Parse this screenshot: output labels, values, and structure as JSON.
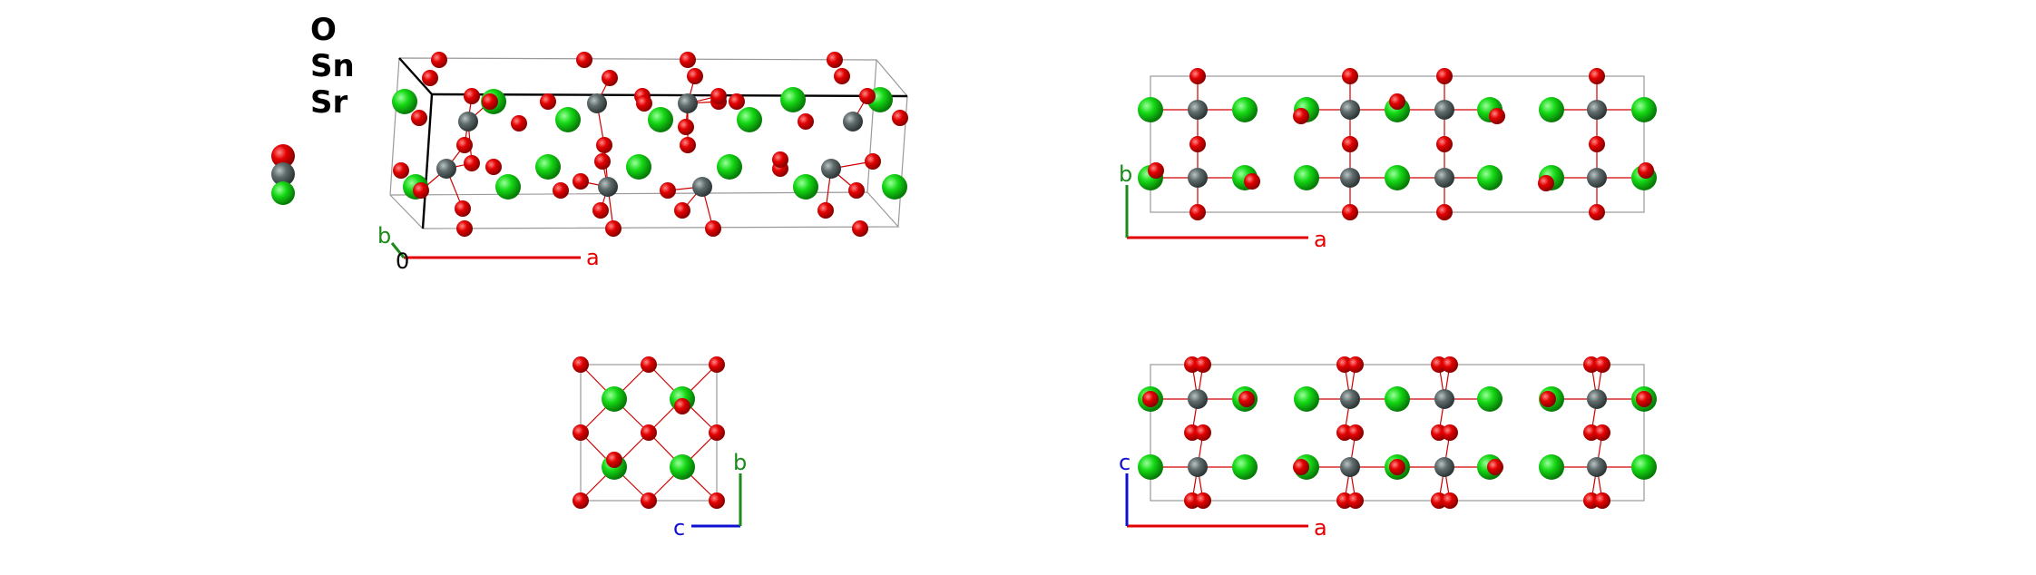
{
  "legend": {
    "elements": [
      {
        "symbol": "O",
        "color": "#e30000"
      },
      {
        "symbol": "Sn",
        "color": "#5f6b6b"
      },
      {
        "symbol": "Sr",
        "color": "#15d915"
      }
    ]
  },
  "views": {
    "perspective": {
      "axes": {
        "a": "a",
        "b": "b",
        "origin": "0"
      }
    },
    "ab": {
      "axes": {
        "a": "a",
        "b": "b"
      }
    },
    "cb": {
      "axes": {
        "c": "c",
        "b": "b"
      }
    },
    "ac": {
      "axes": {
        "a": "a",
        "c": "c"
      }
    }
  },
  "colors": {
    "oxygen": "#e30000",
    "tin": "#5f6b6b",
    "strontium": "#15d915",
    "axis_a": "#e30000",
    "axis_b": "#1a8a1a",
    "axis_c": "#1010d0",
    "cell": "#999999",
    "bond": "#d00000"
  }
}
